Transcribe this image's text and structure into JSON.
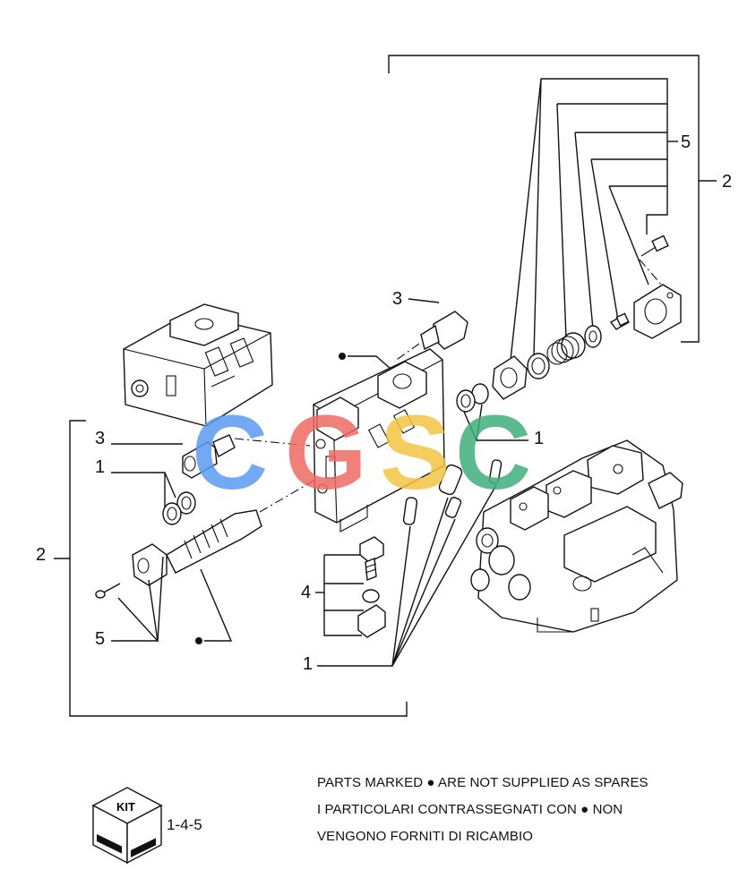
{
  "callouts": {
    "c1_left": "1",
    "c1_right": "1",
    "c1_bottom": "1",
    "c2_left": "2",
    "c2_right": "2",
    "c3_top": "3",
    "c3_left": "3",
    "c4": "4",
    "c5_left": "5",
    "c5_right": "5"
  },
  "watermark": {
    "letters": [
      "C",
      "G",
      "S",
      "C"
    ],
    "colors": [
      "#5b9bf0",
      "#ef6a63",
      "#f4c542",
      "#3fae7b"
    ]
  },
  "kit": {
    "label": "KIT",
    "code": "1-4-5"
  },
  "notes": {
    "line1": "PARTS MARKED ● ARE NOT SUPPLIED AS SPARES",
    "line2": "I  PARTICOLARI  CONTRASSEGNATI  CON  ●  NON",
    "line3": "VENGONO FORNITI DI RICAMBIO"
  }
}
